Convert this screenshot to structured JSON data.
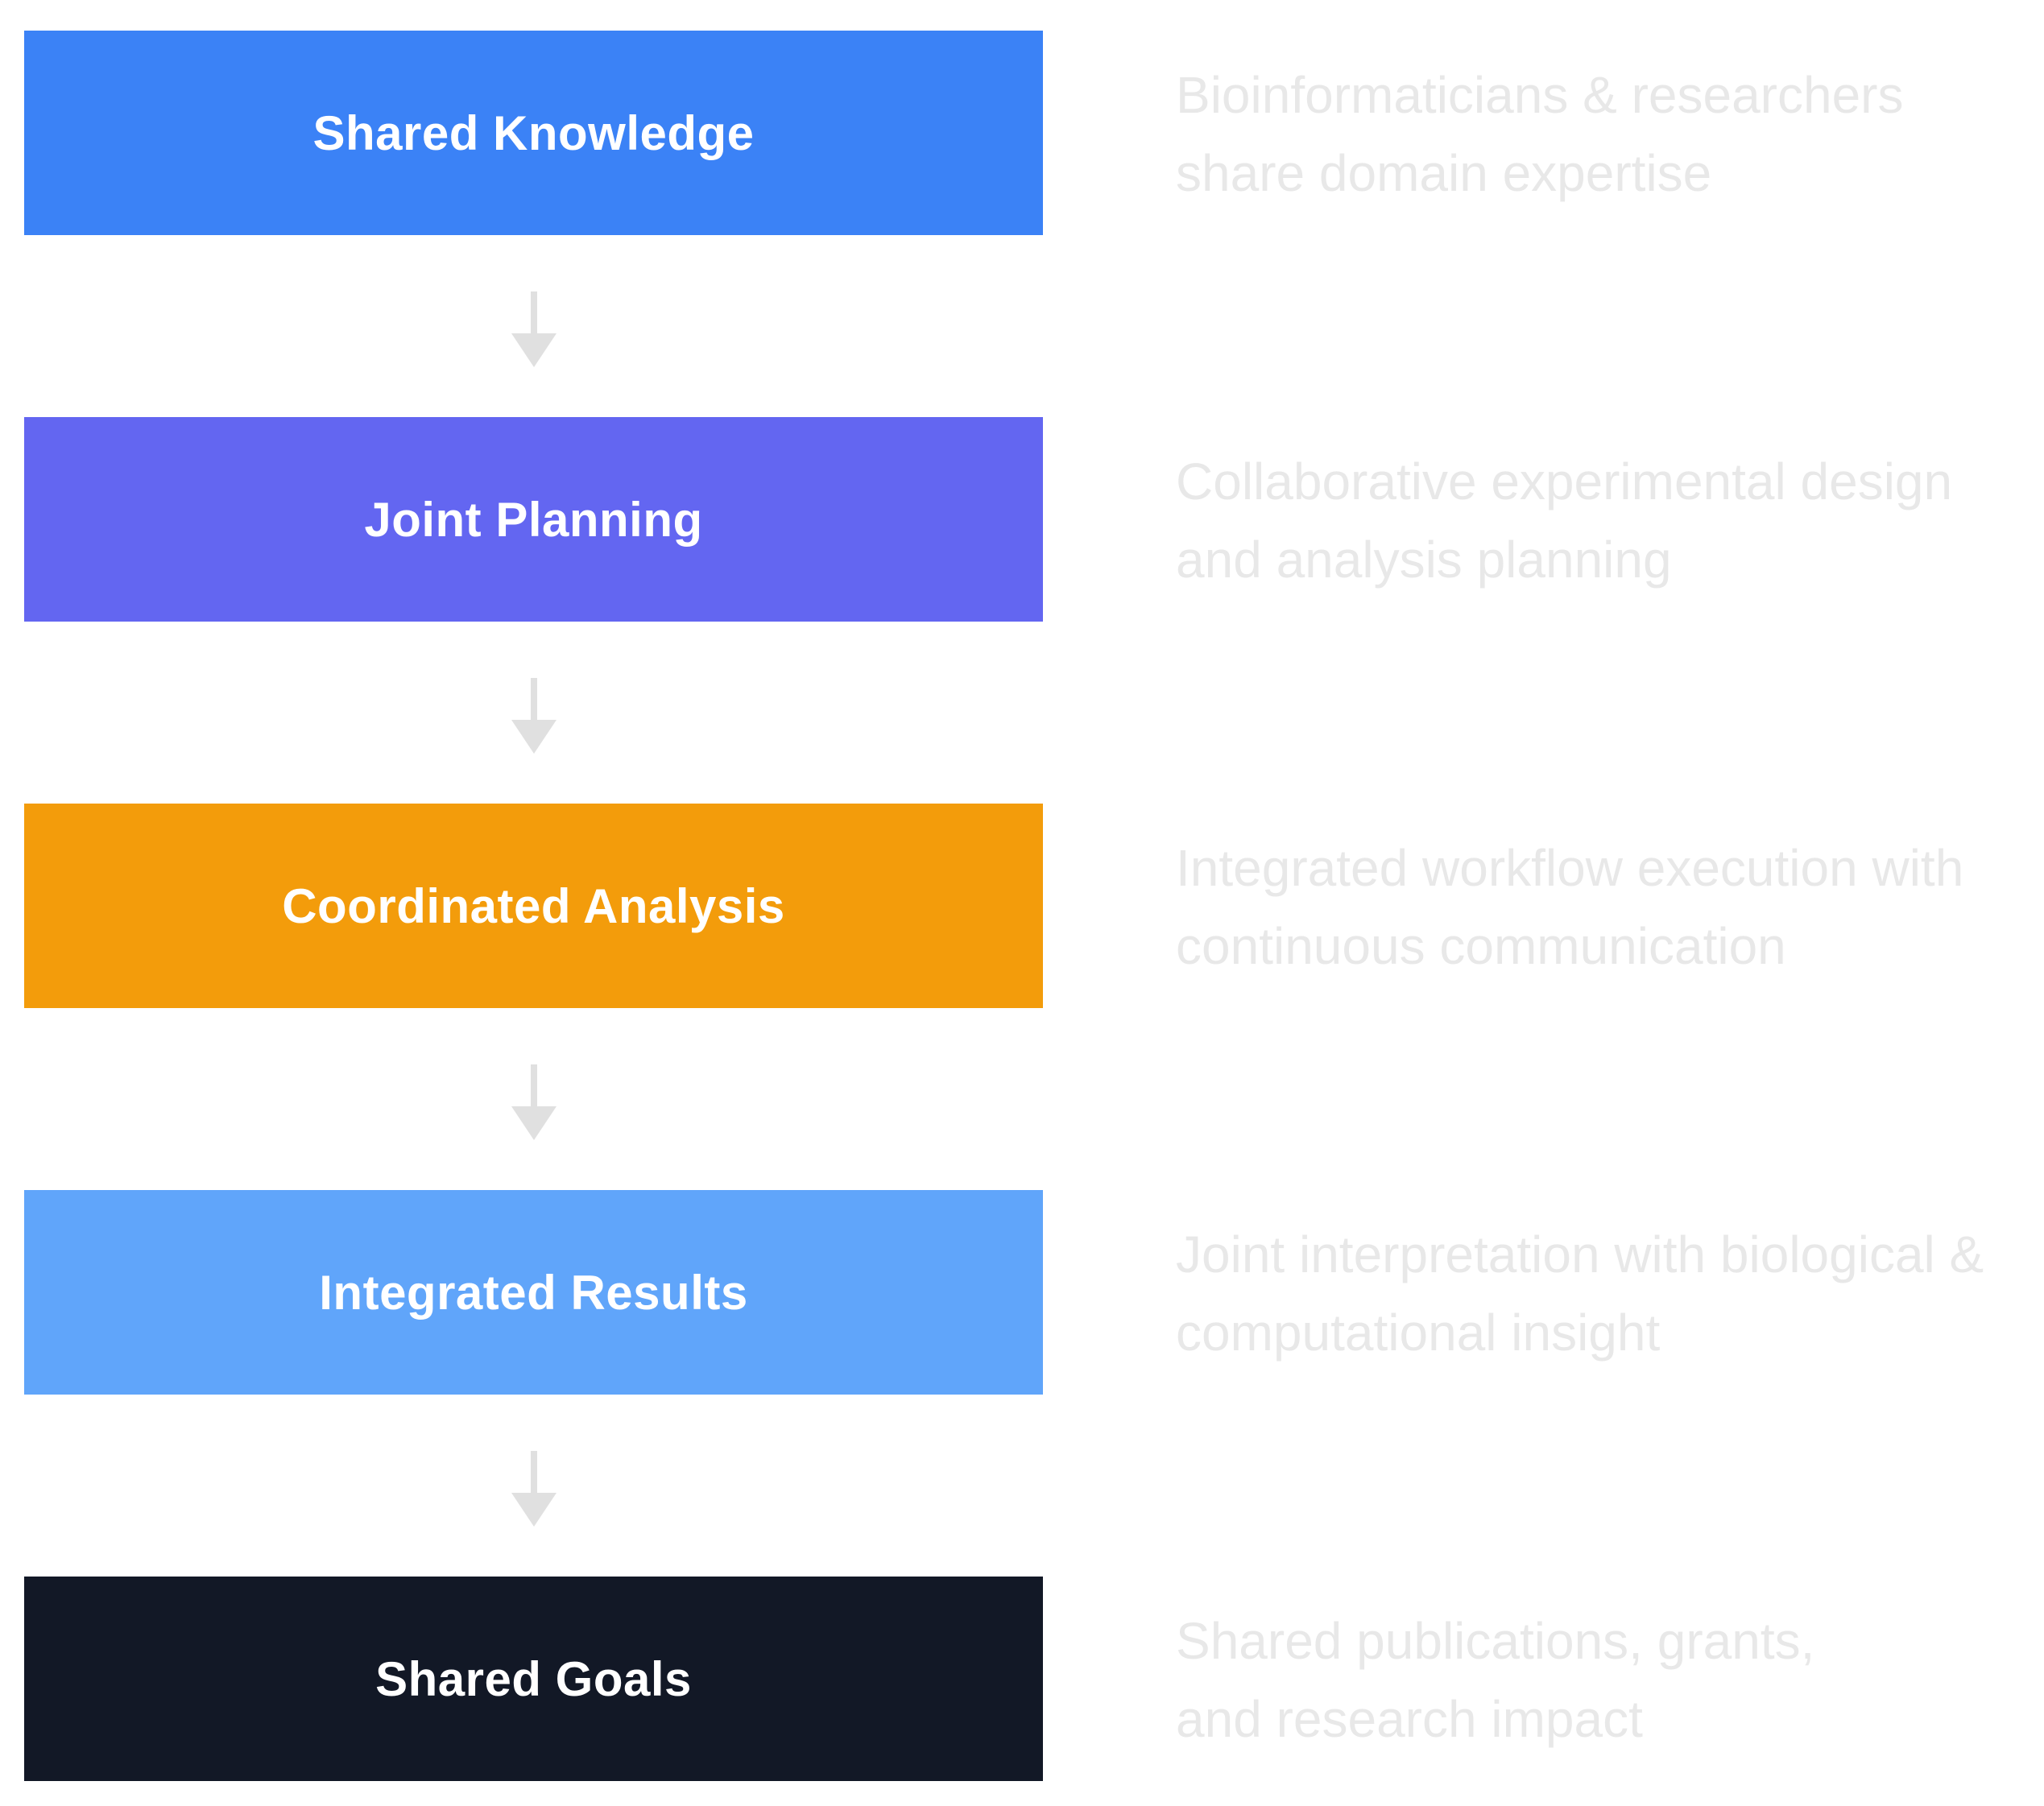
{
  "steps": [
    {
      "label": "Shared Knowledge",
      "description": "Bioinformaticians & researchers\nshare domain expertise",
      "color": "#3b82f6"
    },
    {
      "label": "Joint Planning",
      "description": "Collaborative experimental design\nand analysis planning",
      "color": "#6366f1"
    },
    {
      "label": "Coordinated Analysis",
      "description": "Integrated workflow execution with\ncontinuous communication",
      "color": "#f39c0b"
    },
    {
      "label": "Integrated Results",
      "description": "Joint interpretation with biological &\ncomputational insight",
      "color": "#60a5fa"
    },
    {
      "label": "Shared Goals",
      "description": "Shared publications, grants,\nand research impact",
      "color": "#121826"
    }
  ],
  "colors": {
    "arrow": "#e0e0e0",
    "description_text": "#e8e8e8",
    "background": "#ffffff"
  }
}
